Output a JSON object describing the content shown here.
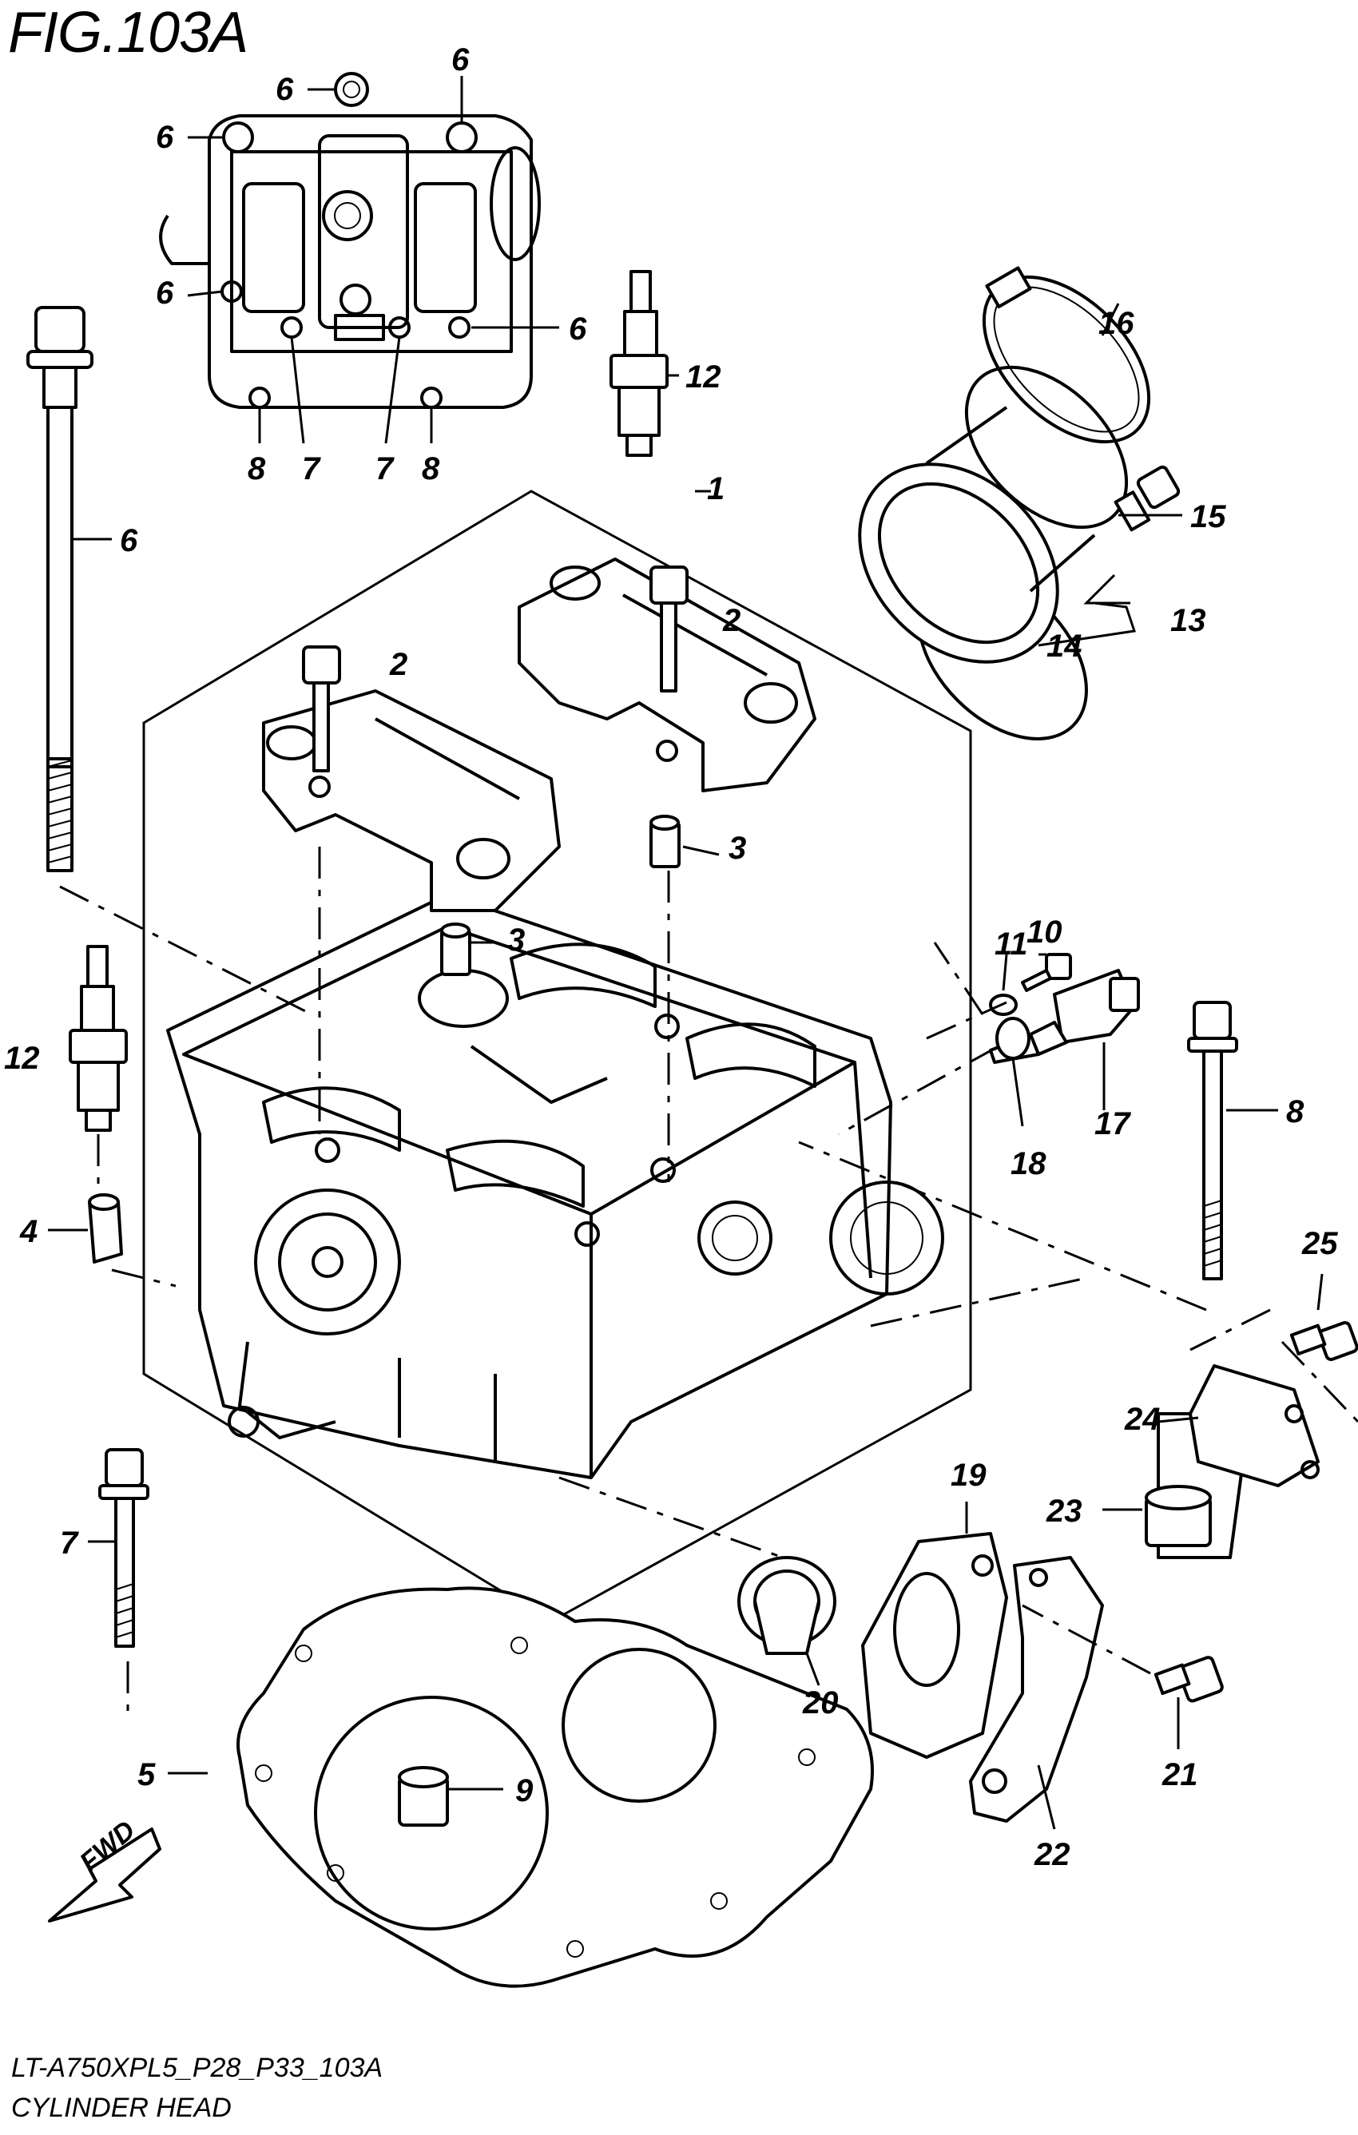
{
  "figure": {
    "title": "FIG.103A",
    "code": "LT-A750XPL5_P28_P33_103A",
    "name": "CYLINDER HEAD"
  },
  "fwd_label": "FWD",
  "callouts": [
    {
      "id": "c6a",
      "text": "6"
    },
    {
      "id": "c6b",
      "text": "6"
    },
    {
      "id": "c6c",
      "text": "6"
    },
    {
      "id": "c6d",
      "text": "6"
    },
    {
      "id": "c6e",
      "text": "6"
    },
    {
      "id": "c8a",
      "text": "8"
    },
    {
      "id": "c7a",
      "text": "7"
    },
    {
      "id": "c7b",
      "text": "7"
    },
    {
      "id": "c8b",
      "text": "8"
    },
    {
      "id": "c12a",
      "text": "12"
    },
    {
      "id": "c16",
      "text": "16"
    },
    {
      "id": "c1",
      "text": "1"
    },
    {
      "id": "c15",
      "text": "15"
    },
    {
      "id": "c6f",
      "text": "6"
    },
    {
      "id": "c2a",
      "text": "2"
    },
    {
      "id": "c13",
      "text": "13"
    },
    {
      "id": "c14",
      "text": "14"
    },
    {
      "id": "c2b",
      "text": "2"
    },
    {
      "id": "c3a",
      "text": "3"
    },
    {
      "id": "c3b",
      "text": "3"
    },
    {
      "id": "c11",
      "text": "11"
    },
    {
      "id": "c10",
      "text": "10"
    },
    {
      "id": "c12b",
      "text": "12"
    },
    {
      "id": "c8c",
      "text": "8"
    },
    {
      "id": "c17",
      "text": "17"
    },
    {
      "id": "c18",
      "text": "18"
    },
    {
      "id": "c4",
      "text": "4"
    },
    {
      "id": "c25",
      "text": "25"
    },
    {
      "id": "c24",
      "text": "24"
    },
    {
      "id": "c19",
      "text": "19"
    },
    {
      "id": "c23",
      "text": "23"
    },
    {
      "id": "c7c",
      "text": "7"
    },
    {
      "id": "c20",
      "text": "20"
    },
    {
      "id": "c5",
      "text": "5"
    },
    {
      "id": "c9",
      "text": "9"
    },
    {
      "id": "c21",
      "text": "21"
    },
    {
      "id": "c22",
      "text": "22"
    }
  ]
}
